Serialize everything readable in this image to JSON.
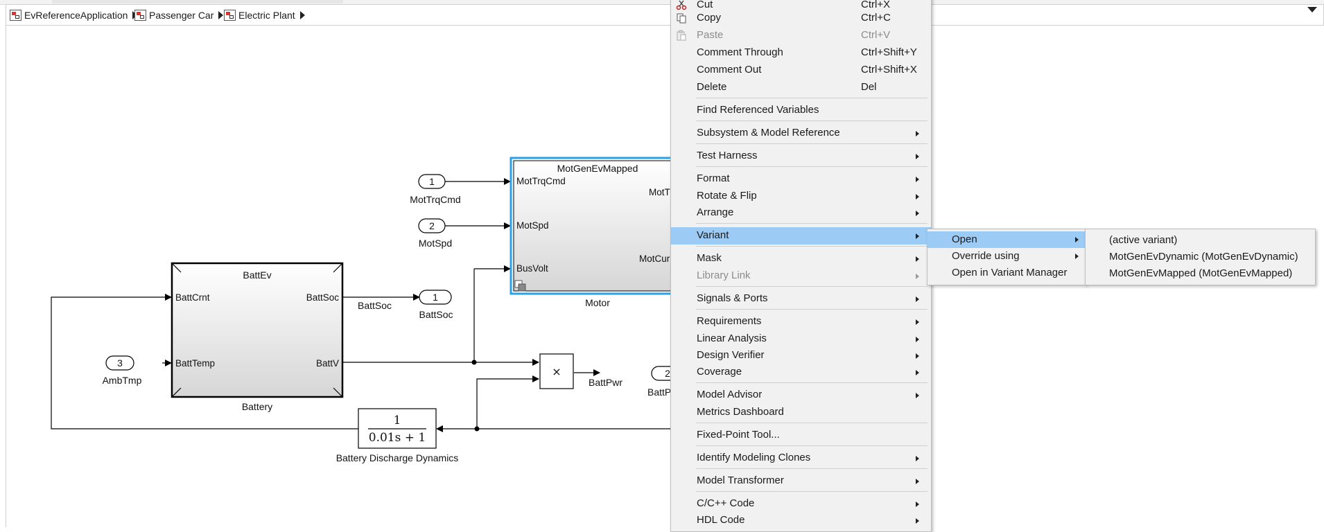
{
  "breadcrumb": {
    "items": [
      {
        "label": "EvReferenceApplication"
      },
      {
        "label": "Passenger Car"
      },
      {
        "label": "Electric Plant"
      }
    ]
  },
  "diagram": {
    "inports": [
      {
        "number": "1",
        "name": "MotTrqCmd"
      },
      {
        "number": "2",
        "name": "MotSpd"
      },
      {
        "number": "3",
        "name": "AmbTmp"
      }
    ],
    "outports": [
      {
        "number": "1",
        "name": "BattSoc"
      },
      {
        "number": "2",
        "name": "BattPwr"
      }
    ],
    "battery": {
      "title": "BattEv",
      "name": "Battery",
      "ports": {
        "crnt": "BattCrnt",
        "temp": "BattTemp",
        "soc": "BattSoc",
        "v": "BattV"
      }
    },
    "motor": {
      "title": "MotGenEvMapped",
      "name": "Motor",
      "ports": {
        "trq_cmd": "MotTrqCmd",
        "spd": "MotSpd",
        "bus_volt": "BusVolt",
        "out_trq": "MotT",
        "out_cur": "MotCur"
      }
    },
    "signals": {
      "batt_soc": "BattSoc",
      "batt_pwr": "BattPwr"
    },
    "product_symbol": "×",
    "transfer_fcn": {
      "numerator": "1",
      "denominator": "0.01s + 1",
      "name": "Battery Discharge Dynamics"
    },
    "colors": {
      "selection": "#2aa0e6",
      "block_border": "#000000"
    }
  },
  "context_menu": {
    "items": [
      {
        "label": "Cut",
        "shortcut": "Ctrl+X",
        "icon": "scissors-icon"
      },
      {
        "label": "Copy",
        "shortcut": "Ctrl+C",
        "icon": "copy-icon"
      },
      {
        "label": "Paste",
        "shortcut": "Ctrl+V",
        "icon": "paste-icon",
        "disabled": true
      },
      {
        "label": "Comment Through",
        "shortcut": "Ctrl+Shift+Y"
      },
      {
        "label": "Comment Out",
        "shortcut": "Ctrl+Shift+X"
      },
      {
        "label": "Delete",
        "shortcut": "Del"
      },
      {
        "label": "Find Referenced Variables"
      },
      {
        "label": "Subsystem & Model Reference",
        "submenu": true
      },
      {
        "label": "Test Harness",
        "submenu": true
      },
      {
        "label": "Format",
        "submenu": true
      },
      {
        "label": "Rotate & Flip",
        "submenu": true
      },
      {
        "label": "Arrange",
        "submenu": true
      },
      {
        "label": "Variant",
        "submenu": true,
        "highlighted": true
      },
      {
        "label": "Mask",
        "submenu": true
      },
      {
        "label": "Library Link",
        "submenu": true,
        "disabled": true
      },
      {
        "label": "Signals & Ports",
        "submenu": true
      },
      {
        "label": "Requirements",
        "submenu": true
      },
      {
        "label": "Linear Analysis",
        "submenu": true
      },
      {
        "label": "Design Verifier",
        "submenu": true
      },
      {
        "label": "Coverage",
        "submenu": true
      },
      {
        "label": "Model Advisor",
        "submenu": true
      },
      {
        "label": "Metrics Dashboard"
      },
      {
        "label": "Fixed-Point Tool..."
      },
      {
        "label": "Identify Modeling Clones",
        "submenu": true
      },
      {
        "label": "Model Transformer",
        "submenu": true
      },
      {
        "label": "C/C++ Code",
        "submenu": true
      },
      {
        "label": "HDL Code",
        "submenu": true
      }
    ],
    "highlight_color": "#9ccbf5"
  },
  "variant_submenu": {
    "items": [
      {
        "label": "Open",
        "submenu": true,
        "highlighted": true
      },
      {
        "label": "Override using",
        "submenu": true
      },
      {
        "label": "Open in Variant Manager"
      }
    ]
  },
  "open_submenu": {
    "items": [
      {
        "label": "(active variant)"
      },
      {
        "label": "MotGenEvDynamic (MotGenEvDynamic)"
      },
      {
        "label": "MotGenEvMapped (MotGenEvMapped)"
      }
    ]
  }
}
